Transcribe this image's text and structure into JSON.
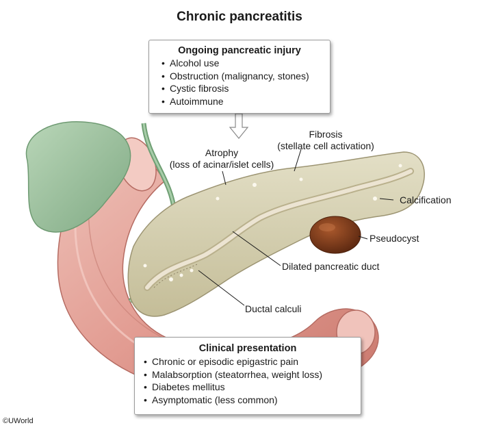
{
  "title": "Chronic pancreatitis",
  "injury_box": {
    "title": "Ongoing pancreatic injury",
    "items": [
      "Alcohol use",
      "Obstruction (malignancy, stones)",
      "Cystic fibrosis",
      "Autoimmune"
    ]
  },
  "labels": {
    "fibrosis_line1": "Fibrosis",
    "fibrosis_line2": "(stellate cell activation)",
    "atrophy_line1": "Atrophy",
    "atrophy_line2": "(loss of acinar/islet cells)",
    "calcification": "Calcification",
    "pseudocyst": "Pseudocyst",
    "dilated_duct": "Dilated pancreatic duct",
    "ductal_calculi": "Ductal calculi"
  },
  "clinical_box": {
    "title": "Clinical presentation",
    "items": [
      "Chronic or episodic epigastric pain",
      "Malabsorption (steatorrhea, weight loss)",
      "Diabetes mellitus",
      "Asymptomatic (less common)"
    ]
  },
  "copyright": "©UWorld",
  "colors": {
    "pancreas": "#d8d3b5",
    "duodenum": "#e6a79e",
    "gallbladder": "#9fc3a0",
    "pseudocyst": "#7a3a18",
    "duct": "#ece4d2"
  }
}
